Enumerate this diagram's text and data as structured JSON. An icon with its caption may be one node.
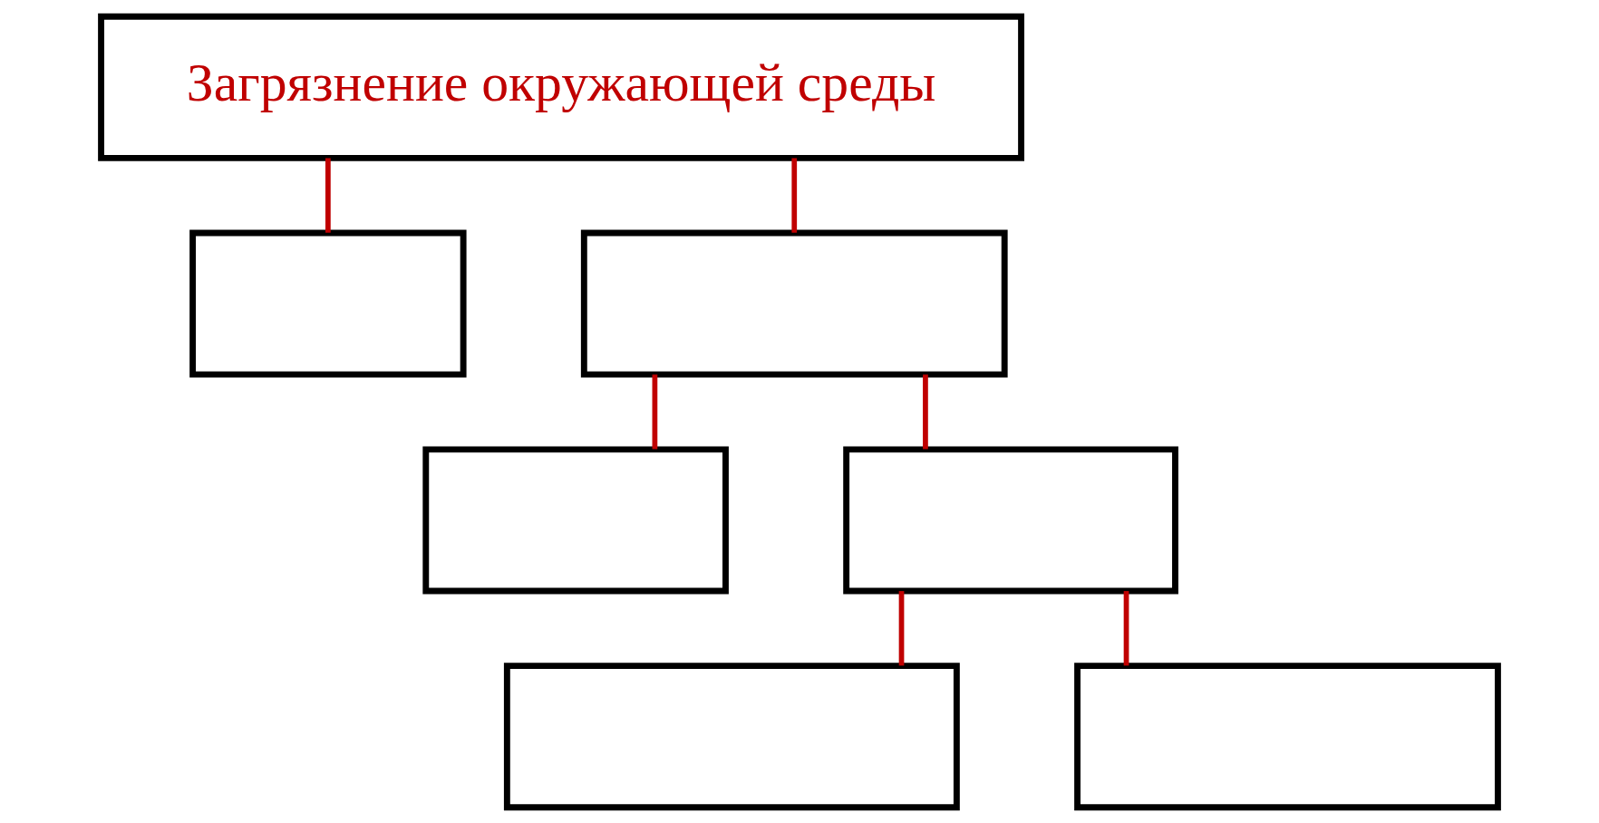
{
  "diagram": {
    "nodes": [
      {
        "text": [
          "Загрязнение окружающей среды"
        ]
      },
      {
        "text": [],
        "shape": "box"
      },
      {
        "text": [],
        "shape": "box"
      },
      {
        "text": [],
        "shape": "box"
      },
      {
        "text": [],
        "shape": "box"
      },
      {
        "text": [],
        "shape": "box"
      },
      {
        "text": [],
        "shape": "box"
      }
    ],
    "edges": [
      {
        "from": 0,
        "to": 1,
        "arrow": "none"
      },
      {
        "from": 0,
        "to": 2,
        "arrow": "none"
      },
      {
        "from": 2,
        "to": 3,
        "arrow": "none"
      },
      {
        "from": 2,
        "to": 4,
        "arrow": "none"
      },
      {
        "from": 4,
        "to": 5,
        "arrow": "none"
      },
      {
        "from": 4,
        "to": 6,
        "arrow": "none"
      }
    ]
  }
}
